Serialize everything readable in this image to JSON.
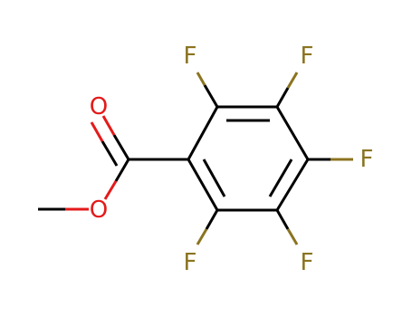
{
  "molecule": {
    "atoms": [
      {
        "id": "f1",
        "symbol": "F"
      },
      {
        "id": "f2",
        "symbol": "F"
      },
      {
        "id": "f3",
        "symbol": "F"
      },
      {
        "id": "f4",
        "symbol": "F"
      },
      {
        "id": "f5",
        "symbol": "F"
      },
      {
        "id": "o-carbonyl",
        "symbol": "O"
      },
      {
        "id": "o-ester",
        "symbol": "O"
      }
    ]
  },
  "colors": {
    "bond": "#000000",
    "fluorine": "#8B7421",
    "oxygen": "#E41A1A"
  }
}
